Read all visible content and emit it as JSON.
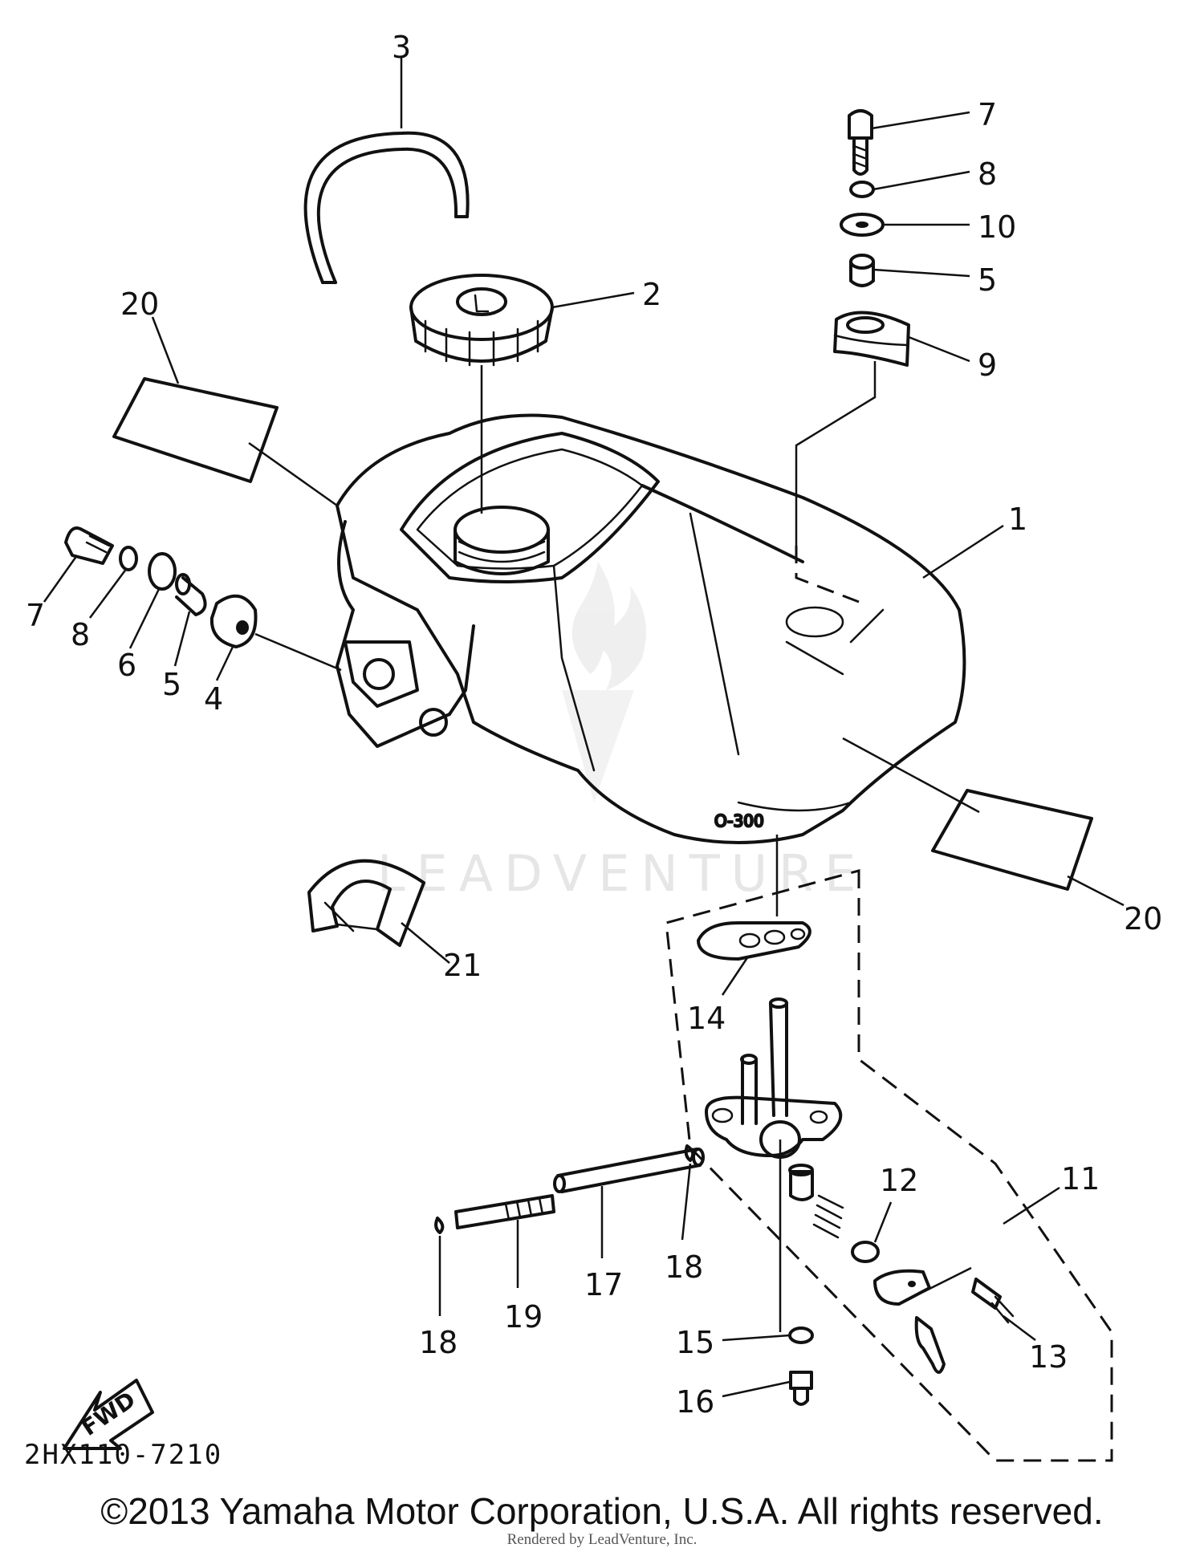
{
  "diagram": {
    "callouts": [
      {
        "id": "c3",
        "text": "3"
      },
      {
        "id": "c7a",
        "text": "7"
      },
      {
        "id": "c8a",
        "text": "8"
      },
      {
        "id": "c10",
        "text": "10"
      },
      {
        "id": "c5a",
        "text": "5"
      },
      {
        "id": "c9",
        "text": "9"
      },
      {
        "id": "c2",
        "text": "2"
      },
      {
        "id": "c20a",
        "text": "20"
      },
      {
        "id": "c1",
        "text": "1"
      },
      {
        "id": "c7b",
        "text": "7"
      },
      {
        "id": "c8b",
        "text": "8"
      },
      {
        "id": "c6",
        "text": "6"
      },
      {
        "id": "c5b",
        "text": "5"
      },
      {
        "id": "c4",
        "text": "4"
      },
      {
        "id": "c20b",
        "text": "20"
      },
      {
        "id": "c21",
        "text": "21"
      },
      {
        "id": "c14",
        "text": "14"
      },
      {
        "id": "c11",
        "text": "11"
      },
      {
        "id": "c12",
        "text": "12"
      },
      {
        "id": "c18a",
        "text": "18"
      },
      {
        "id": "c17",
        "text": "17"
      },
      {
        "id": "c19",
        "text": "19"
      },
      {
        "id": "c18b",
        "text": "18"
      },
      {
        "id": "c13",
        "text": "13"
      },
      {
        "id": "c15",
        "text": "15"
      },
      {
        "id": "c16",
        "text": "16"
      }
    ],
    "fwd_label": "FWD",
    "diagram_code": "2HX110-7210",
    "watermark": "LEADVENTURE"
  },
  "footer": {
    "copyright": "©2013 Yamaha Motor Corporation, U.S.A. All rights reserved.",
    "rendered_by": "Rendered by LeadVenture, Inc."
  }
}
